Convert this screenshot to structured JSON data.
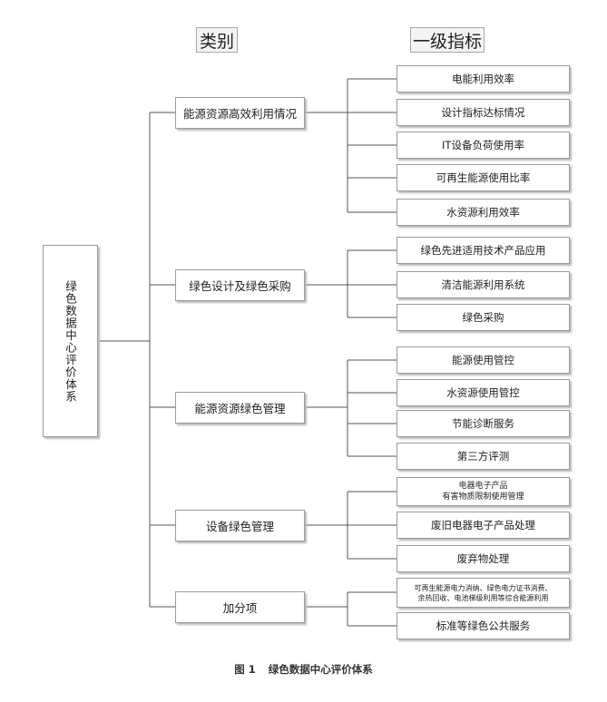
{
  "headers": {
    "category": "类别",
    "indicator": "一级指标"
  },
  "root": "绿色数据中心评价体系",
  "categories": [
    {
      "label": "能源资源高效利用情况",
      "indicators": [
        "电能利用效率",
        "设计指标达标情况",
        "IT设备负荷使用率",
        "可再生能源使用比率",
        "水资源利用效率"
      ]
    },
    {
      "label": "绿色设计及绿色采购",
      "indicators": [
        "绿色先进适用技术产品应用",
        "清洁能源利用系统",
        "绿色采购"
      ]
    },
    {
      "label": "能源资源绿色管理",
      "indicators": [
        "能源使用管控",
        "水资源使用管控",
        "节能诊断服务",
        "第三方评测"
      ]
    },
    {
      "label": "设备绿色管理",
      "indicators": [
        "电器电子产品\n有害物质限制使用管理",
        "废旧电器电子产品处理",
        "废弃物处理"
      ]
    },
    {
      "label": "加分项",
      "indicators": [
        "可再生能源电力消纳、绿色电力证书消费、\n余热回收、电池梯级利用等综合能源利用",
        "标准等绿色公共服务"
      ]
    }
  ],
  "caption": {
    "number": "图 1",
    "title": "绿色数据中心评价体系"
  }
}
